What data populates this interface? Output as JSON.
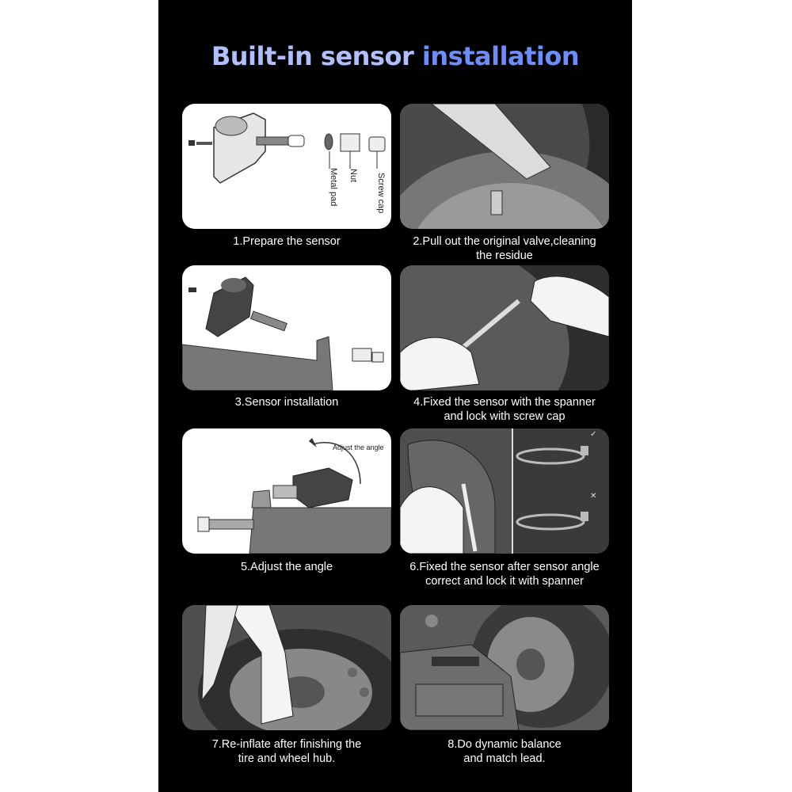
{
  "title": {
    "part1": "Built-in sensor",
    "part2": "installation"
  },
  "steps": [
    {
      "lines": [
        "1.Prepare the sensor"
      ],
      "labels": [
        "Screw cap",
        "Nut",
        "Metal pad"
      ]
    },
    {
      "lines": [
        "2.Pull out the original valve,cleaning",
        "the residue"
      ]
    },
    {
      "lines": [
        "3.Sensor installation"
      ]
    },
    {
      "lines": [
        "4.Fixed the sensor with the spanner",
        "and lock with screw cap"
      ]
    },
    {
      "lines": [
        "5.Adjust the angle"
      ],
      "labels": [
        "Adjust the angle"
      ]
    },
    {
      "lines": [
        "6.Fixed the sensor after sensor angle",
        "correct and lock it with spanner"
      ],
      "marks": [
        "✓",
        "✕"
      ]
    },
    {
      "lines": [
        "7.Re-inflate after finishing the",
        "tire and wheel hub."
      ]
    },
    {
      "lines": [
        "8.Do dynamic balance",
        "and match lead."
      ]
    }
  ],
  "colors": {
    "background": "#000000",
    "title_light": "#b0bfff",
    "title_blue": "#6c8dfa",
    "caption": "#ffffff"
  }
}
